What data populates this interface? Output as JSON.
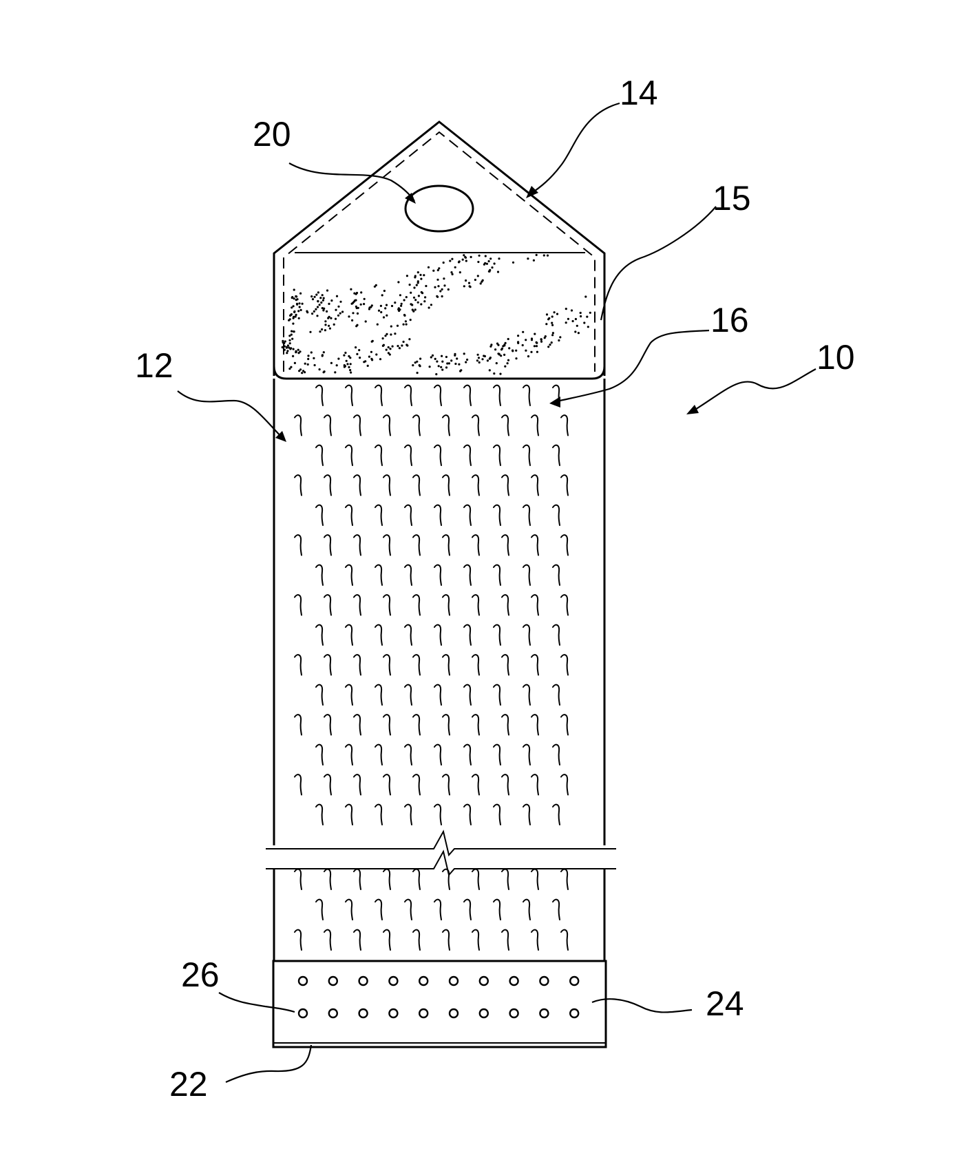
{
  "figure": {
    "labels": {
      "device": "10",
      "body": "12",
      "top_panel": "14",
      "seal_line": "15",
      "mesh_region": "16",
      "hanging_hole": "20",
      "bottom_edge": "22",
      "perforated_band": "24",
      "perforations": "26"
    },
    "colors": {
      "line": "#000000",
      "background": "#ffffff"
    }
  }
}
